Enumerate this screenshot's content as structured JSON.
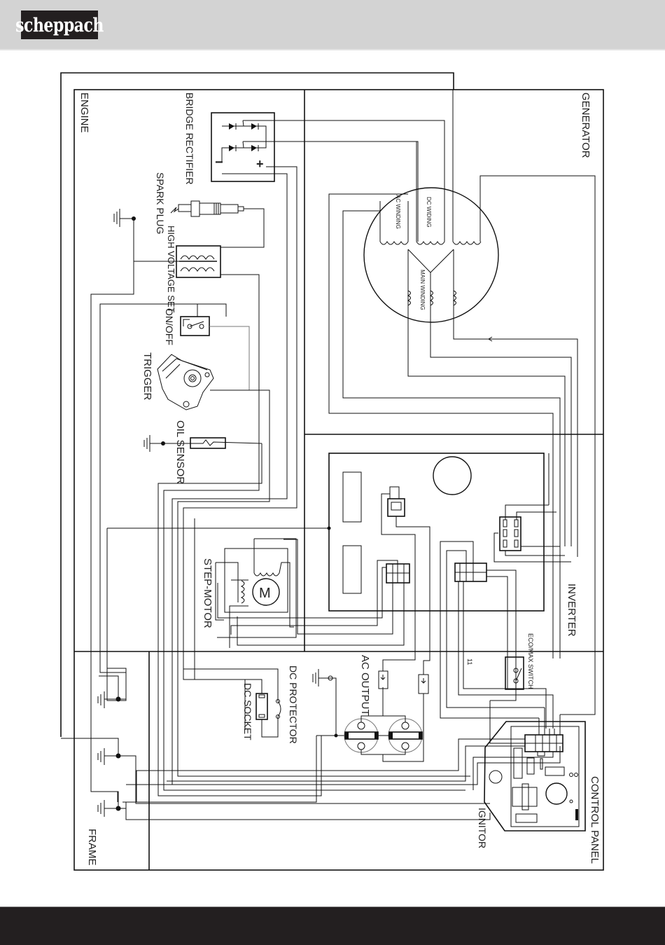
{
  "header": {
    "brand": "scheppach"
  },
  "diagram": {
    "title": "Wiring diagram",
    "sections": {
      "engine": "ENGINE",
      "generator": "GENERATOR",
      "inverter": "INVERTER",
      "control_panel": "CONTROL PANEL",
      "frame": "FRAME"
    },
    "components": {
      "bridge_rectifier": "BRIDGE RECTIFIER",
      "rectifier_minus": "−",
      "rectifier_plus": "+",
      "spark_plug": "SPARK PLUG",
      "high_voltage_set": "HIGH VOLTAGE SET",
      "on_off": "ON/OFF",
      "trigger": "TRIGGER",
      "oil_sensor": "OIL SENSOR",
      "step_motor": "STEP-MOTOR",
      "motor_symbol": "M",
      "dc_protector": "DC PROTECTOR",
      "dc_socket": "DC SOCKET",
      "ac_output": "AC OUTPUT",
      "eco_max_switch": "ECO/MAX SWITCH",
      "ignitor": "IGNITOR",
      "ac_winding": "AC WINDING",
      "dc_winding": "DC WIDING",
      "main_winding": "MAIN WINDING"
    }
  },
  "footer": {}
}
